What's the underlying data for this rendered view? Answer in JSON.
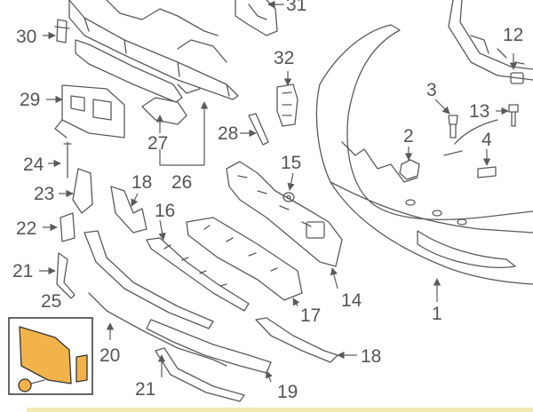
{
  "callouts": {
    "c1": "1",
    "c2": "2",
    "c3": "3",
    "c4": "4",
    "c12": "12",
    "c13": "13",
    "c14": "14",
    "c15": "15",
    "c16": "16",
    "c17": "17",
    "c18a": "18",
    "c18b": "18",
    "c19": "19",
    "c20": "20",
    "c21a": "21",
    "c21b": "21",
    "c22": "22",
    "c23": "23",
    "c24": "24",
    "c25": "25",
    "c26": "26",
    "c27": "27",
    "c28": "28",
    "c29": "29",
    "c30": "30",
    "c31": "31",
    "c32": "32"
  },
  "colors": {
    "line": "#5a5a5a",
    "kit_highlight": "#f2b44a",
    "footer_strip": "#f3e9b2"
  }
}
